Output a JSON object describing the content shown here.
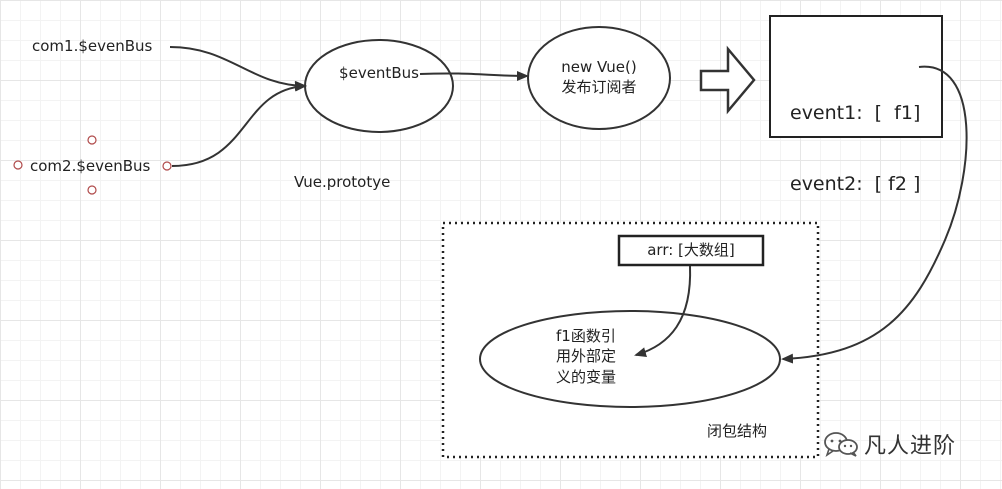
{
  "nodes": {
    "com1": "com1.$evenBus",
    "com2": "com2.$evenBus",
    "event_bus": "$eventBus",
    "new_vue_line1": "new Vue()",
    "new_vue_line2": "发布订阅者",
    "prototype": "Vue.prototye",
    "event1_line": "event1:  [  f1]",
    "event2_line": "event2:  [ f2 ]",
    "arr_box": "arr: [大数组]",
    "closure_line1": "f1函数引",
    "closure_line2": "用外部定",
    "closure_line3": "义的变量",
    "closure_caption": "闭包结构"
  },
  "watermark": {
    "text": "凡人进阶",
    "icon": "wechat-icon"
  },
  "colors": {
    "stroke": "#333333",
    "handle": "#b04a4a"
  }
}
